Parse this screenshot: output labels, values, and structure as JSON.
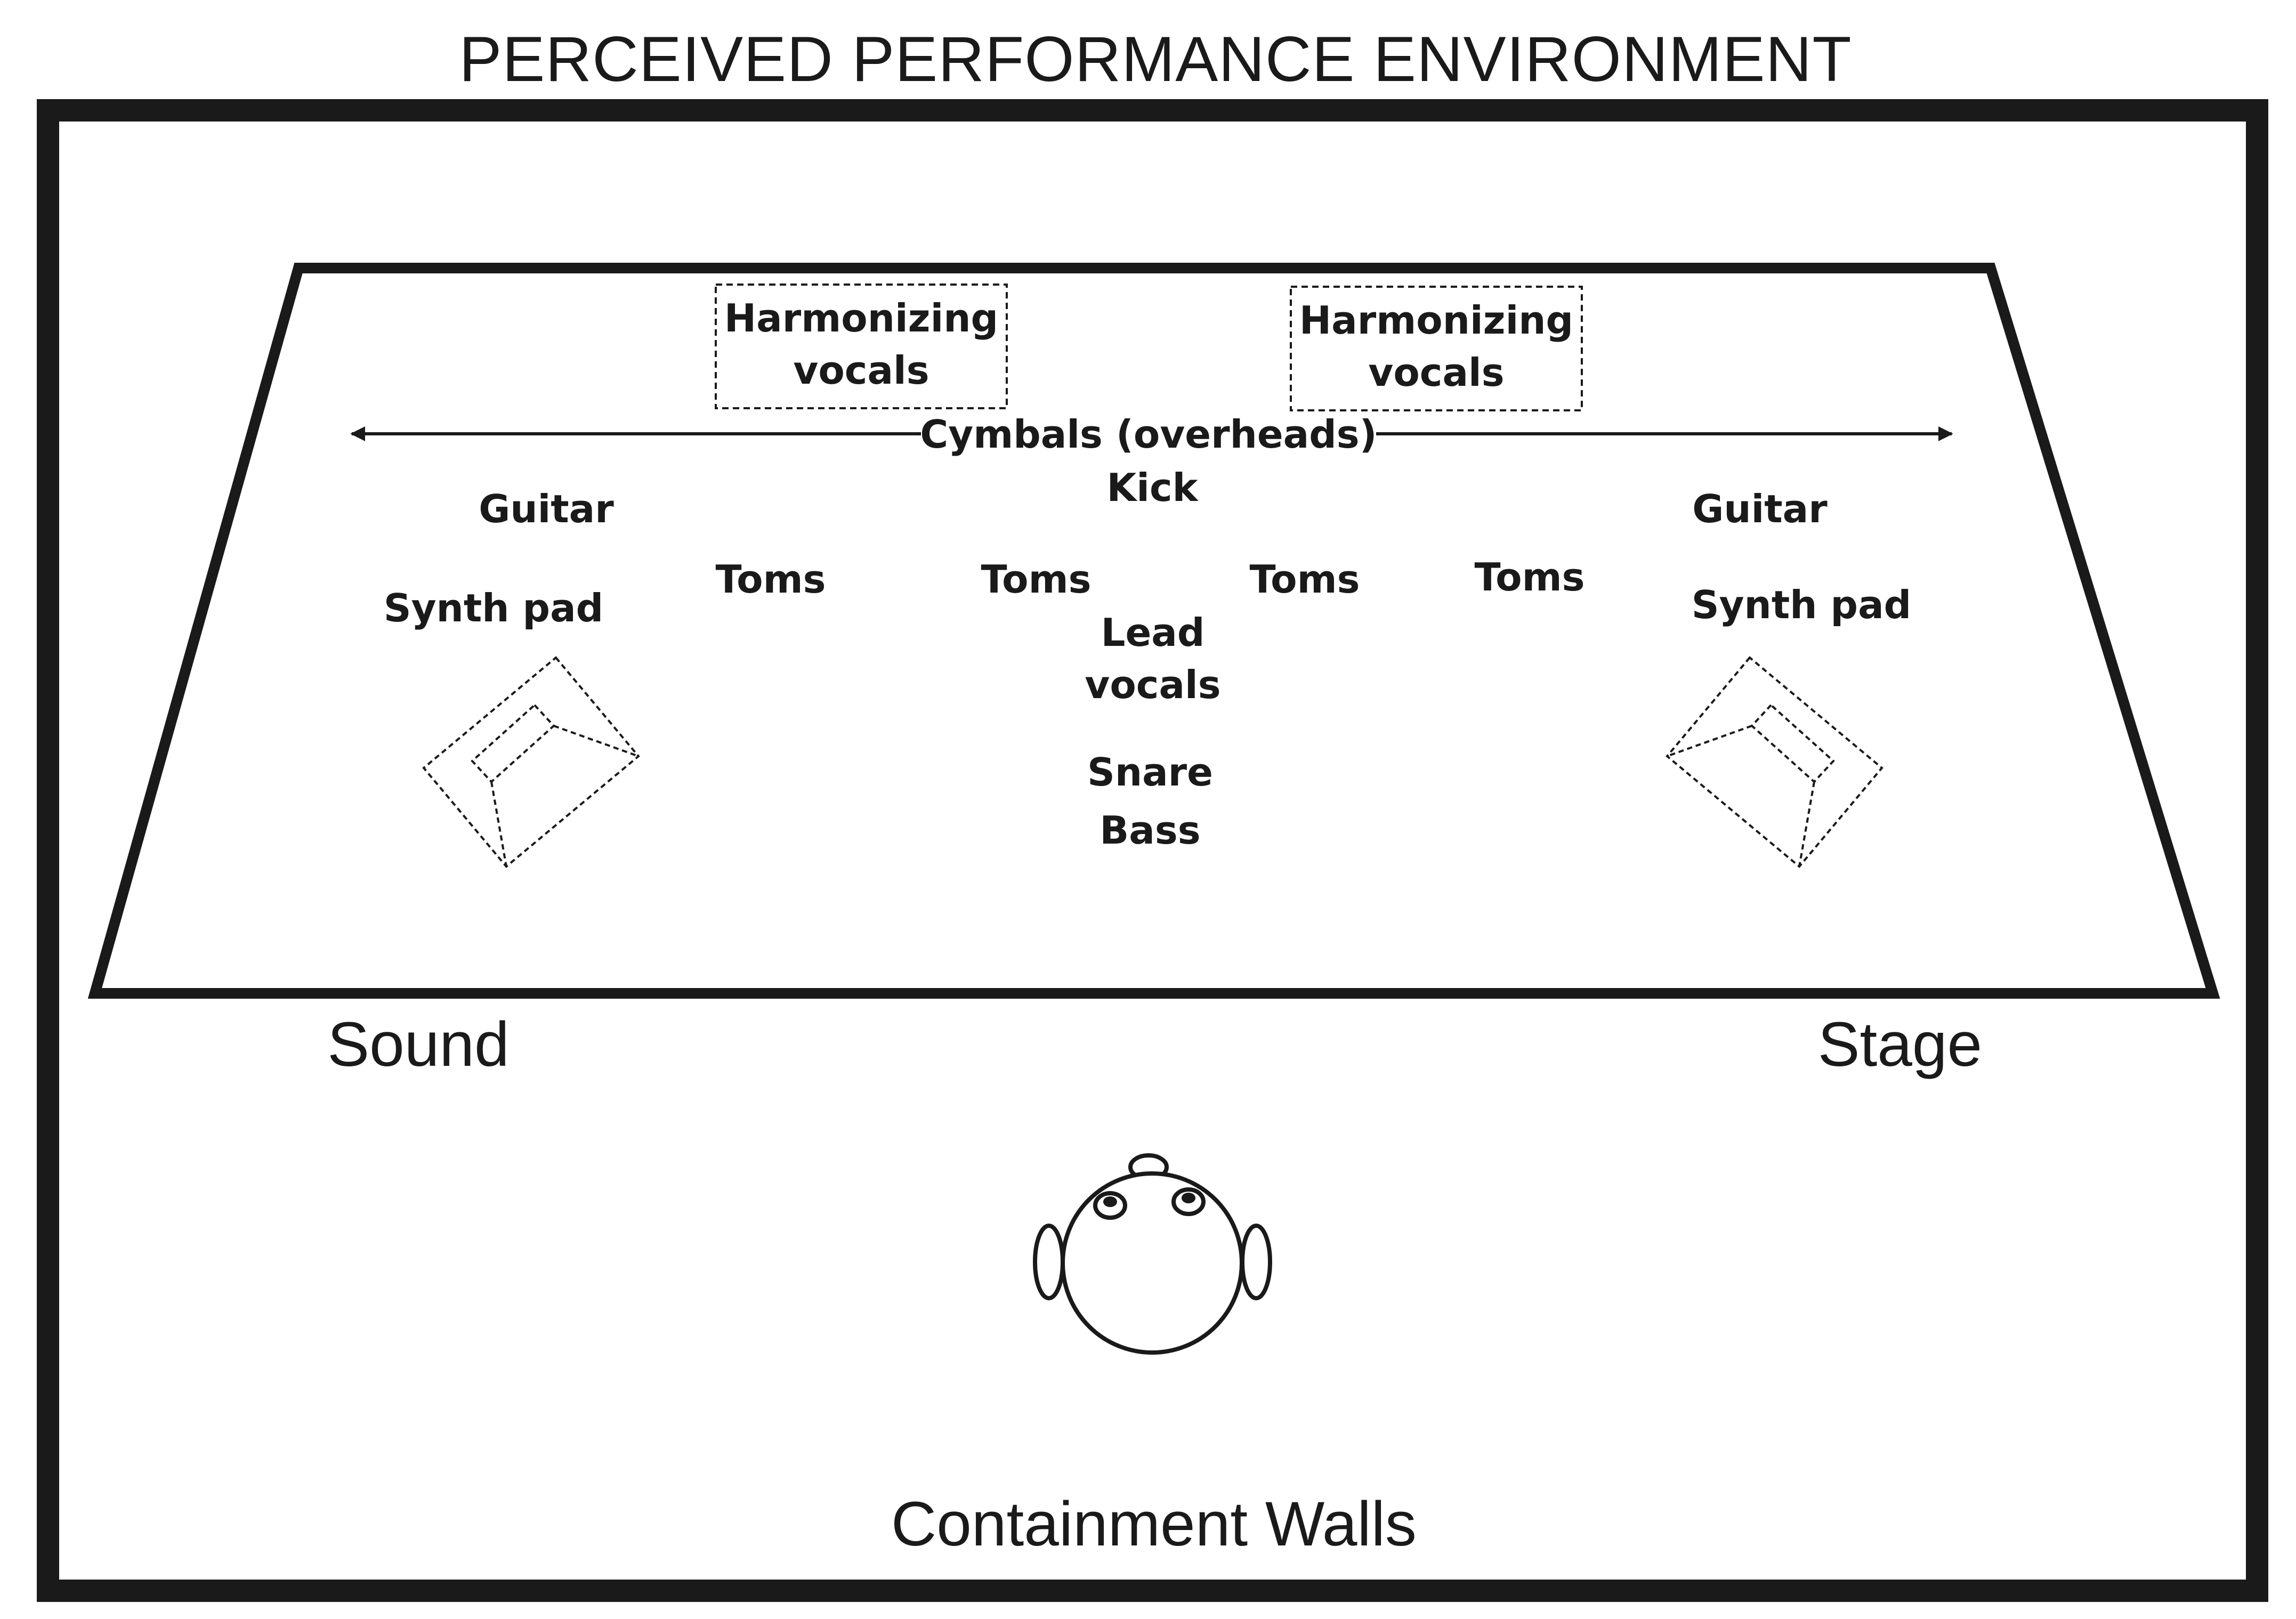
{
  "title": "PERCEIVED PERFORMANCE ENVIRONMENT",
  "sound_label": "Sound",
  "stage_label": "Stage",
  "walls_label": "Containment Walls",
  "harmonizing_left": {
    "line1": "Harmonizing",
    "line2": "vocals"
  },
  "harmonizing_right": {
    "line1": "Harmonizing",
    "line2": "vocals"
  },
  "cymbals_label": "Cymbals (overheads)",
  "kick_label": "Kick",
  "guitar_left_label": "Guitar",
  "guitar_right_label": "Guitar",
  "synth_left_label": "Synth pad",
  "synth_right_label": "Synth pad",
  "toms_labels": [
    "Toms",
    "Toms",
    "Toms",
    "Toms"
  ],
  "lead_vocals": {
    "line1": "Lead",
    "line2": "vocals"
  },
  "snare_label": "Snare",
  "bass_label": "Bass",
  "colors": {
    "ink": "#1a1a1a",
    "background": "#ffffff"
  },
  "icons": [
    "left-speaker-icon",
    "right-speaker-icon",
    "listener-head-icon",
    "double-arrow-icon"
  ]
}
